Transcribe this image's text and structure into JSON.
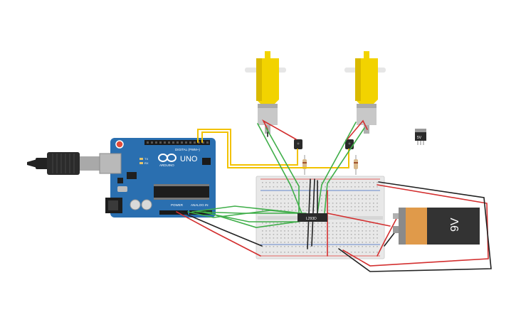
{
  "colors": {
    "background": "#ffffff",
    "arduino_board": "#2a6fb0",
    "arduino_dark": "#1f5a92",
    "motor_yellow": "#f2d300",
    "motor_shadow": "#d9b900",
    "motor_metal": "#c8c8c8",
    "breadboard": "#e8e8e8",
    "breadboard_hole": "#b4b4b4",
    "rail_red": "#e53935",
    "rail_blue": "#3a66c4",
    "battery_black": "#333333",
    "battery_orange": "#e09a4a",
    "wire_red": "#d32f2f",
    "wire_black": "#222222",
    "wire_green": "#3fae49",
    "wire_yellow": "#f2c200",
    "usb_black": "#222222",
    "usb_gray": "#a9a9a9"
  },
  "arduino": {
    "logo_text": "UNO",
    "brand_text": "ARDUINO",
    "digital_label": "DIGITAL (PWM~)",
    "power_label": "POWER",
    "analog_label": "ANALOG IN",
    "tx_label": "TX",
    "rx_label": "RX"
  },
  "chip": {
    "label": "L293D"
  },
  "battery": {
    "label": "9V"
  },
  "regulator": {
    "label": "5V"
  }
}
